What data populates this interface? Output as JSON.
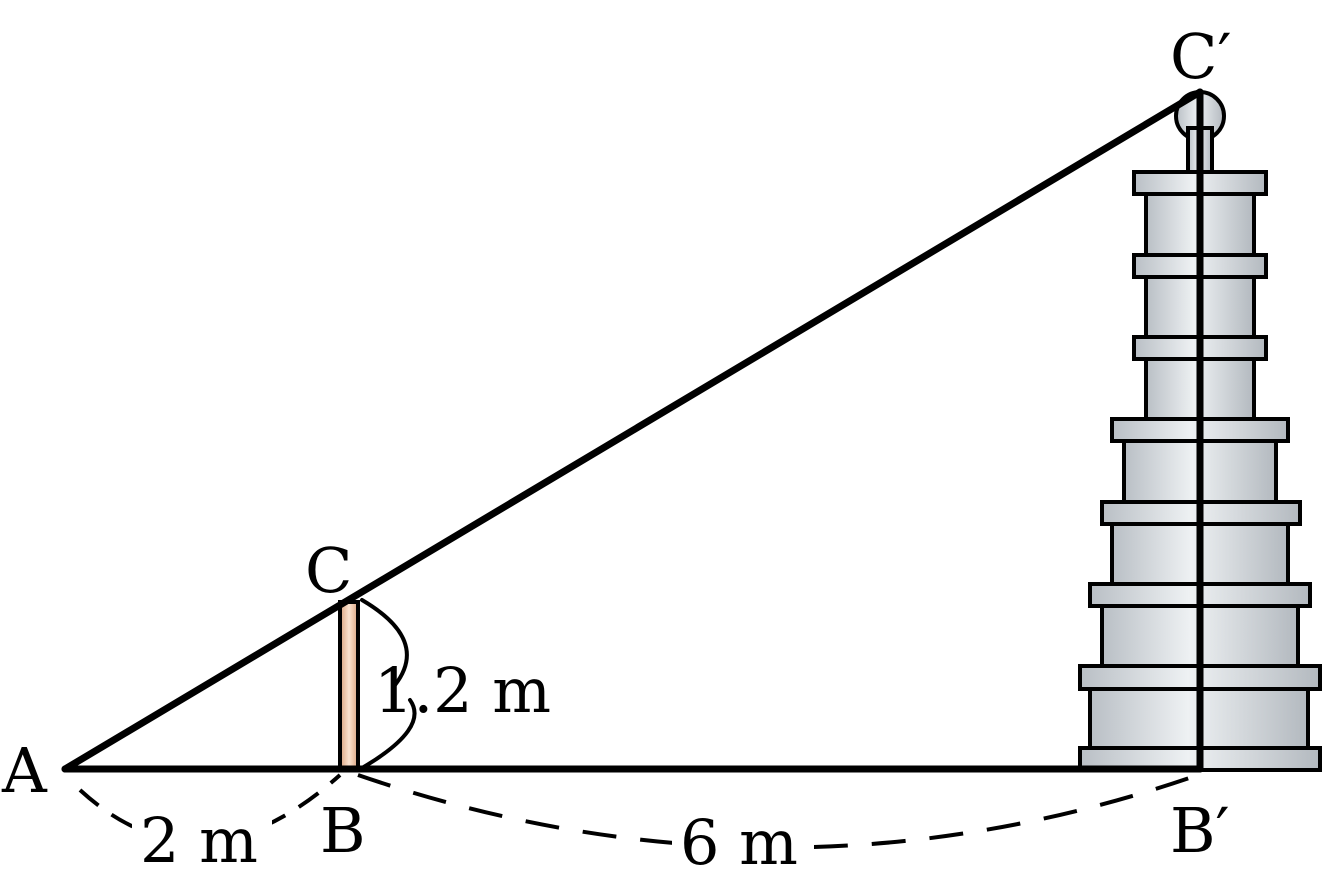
{
  "points": {
    "A": "A",
    "B": "B",
    "C": "C",
    "B_prime": "B′",
    "C_prime": "C′"
  },
  "measurements": {
    "AB": "2 m",
    "BC": "1.2 m",
    "BB_prime": "6 m"
  },
  "colors": {
    "stroke": "#000000",
    "pole": "#f2c6a4",
    "tower": "#dfe3e7"
  }
}
